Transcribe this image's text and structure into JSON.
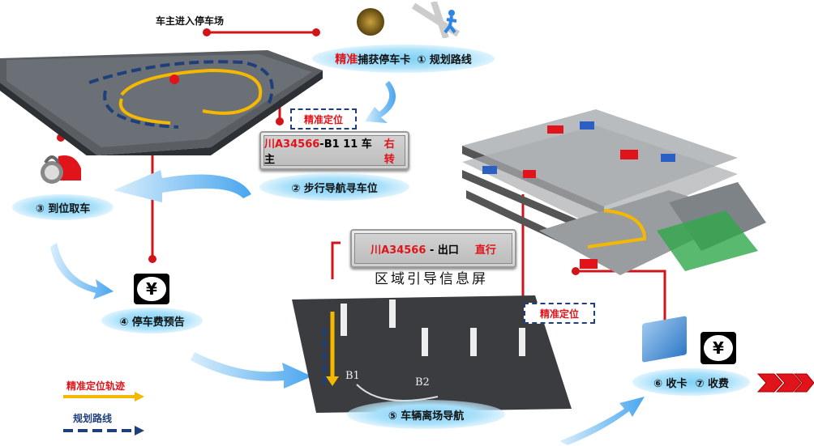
{
  "top_label": "车主进入停车场",
  "step1": {
    "prefix": "精准",
    "text": "捕获停车卡",
    "step": "① 规划路线"
  },
  "locate_label_1": "精准定位",
  "led1": {
    "plate": "川A34566",
    "info": "-B1 11 车主",
    "action": "右转"
  },
  "step2": "② 步行导航寻车位",
  "step3": "③ 到位取车",
  "step4": "④ 停车费预告",
  "led2": {
    "plate": "川A34566",
    "info": "- 出口",
    "action": "直行"
  },
  "screen_label": "区域引导信息屏",
  "map_labels": [
    "B1",
    "B2"
  ],
  "locate_label_2": "精准定位",
  "step5": "⑤ 车辆离场导航",
  "step6": "⑥ 收卡",
  "step7": "⑦ 收费",
  "yen_symbol": "¥",
  "legend": {
    "track": "精准定位轨迹",
    "route": "规划路线"
  },
  "colors": {
    "red": "#e0141a",
    "track": "#f5b800",
    "route": "#1f3f7a",
    "glow": "#7fd0f5"
  }
}
